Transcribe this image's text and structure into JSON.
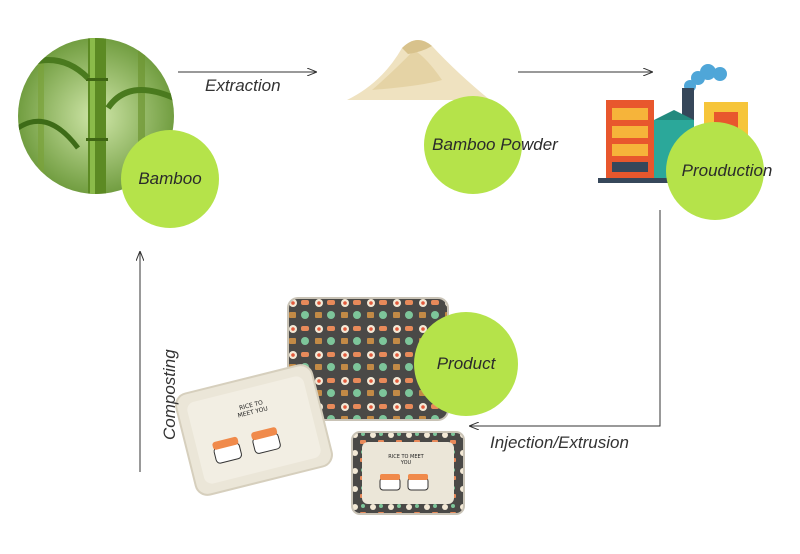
{
  "nodes": {
    "bamboo": "Bamboo",
    "powder": "Bamboo Powder",
    "production": "Prouduction",
    "product": "Product"
  },
  "edges": {
    "extraction": "Extraction",
    "injection": "Injection/Extrusion",
    "composting": "Composting"
  },
  "tray_text": {
    "large": "RICE TO MEET YOU",
    "small": "RICE TO MEET YOU"
  },
  "colors": {
    "bubble": "#b5e34a",
    "arrow": "#333333"
  }
}
